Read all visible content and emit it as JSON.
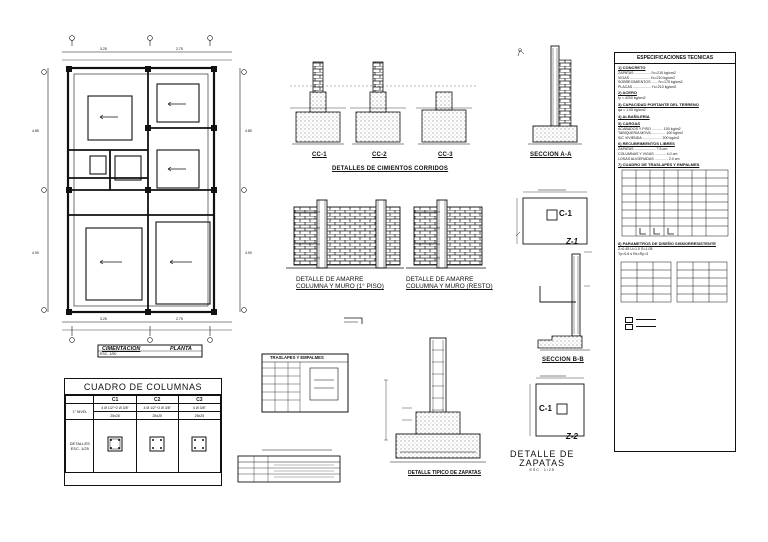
{
  "plan": {
    "label": "CIMENTACION",
    "sublabel": "PLANTA",
    "scale": "ESC. 1/50"
  },
  "sections": {
    "cc1": "CC-1",
    "cc2": "CC-2",
    "cc3": "CC-3",
    "corridos_title": "DETALLES DE CIMIENTOS CORRIDOS",
    "seccion_aa": "SECCION A-A",
    "seccion_bb": "SECCION B-B",
    "amarre1_line1": "DETALLE DE AMARRE",
    "amarre1_line2": "COLUMNA Y MURO (1° PISO)",
    "amarre2_line1": "DETALLE DE AMARRE",
    "amarre2_line2": "COLUMNA Y MURO (RESTO)",
    "zapata_tipico": "DETALLE TIPICO DE ZAPATAS",
    "zapatas_line1": "DETALLE DE",
    "zapatas_line2": "ZAPATAS",
    "zapatas_scale": "ESC. 1/25",
    "z1": "Z-1",
    "z2": "Z-2",
    "c1": "C-1",
    "traslapes": "TRASLAPES Y EMPALMES"
  },
  "columns_table": {
    "title": "CUADRO DE COLUMNAS",
    "headers": [
      "C1",
      "C2",
      "C3"
    ],
    "row_label_1": "1° NIVEL",
    "row_label_2": "DETALLES",
    "row_label_3": "ESC. 1/25",
    "values_1": [
      "4 Ø 1/2\"+2 Ø 3/8\"",
      "4 Ø 1/2\"+2 Ø 3/8\"",
      "4 Ø 3/8\""
    ],
    "values_2": [
      "25x25",
      "25x25",
      "25x25"
    ]
  },
  "specs": {
    "title": "ESPECIFICACIONES TECNICAS",
    "sections": [
      "1) CONCRETO",
      "2) ACERO",
      "3) CAPACIDAD PORTANTE DEL TERRENO",
      "4) ALBAÑILERIA",
      "5) CARGAS",
      "6) RECUBRIMIENTOS LIBRES",
      "7) CUADRO DE TRASLAPES Y EMPALMES",
      "8) PARAMETROS DE DISEÑO SISMORRESISTENTE"
    ],
    "concrete": [
      "ZAPATAS ................ f'c=210 kg/cm2",
      "VIGAS .................... f'c=210 kg/cm2",
      "SOBRECIMIENTOS ...... f'c=175 kg/cm2",
      "PLACAS .................. f'c=210 kg/cm2"
    ],
    "steel": [
      "fy = 4200 kg/cm2"
    ],
    "soil": [
      "qa = 1.00 kg/cm2"
    ],
    "loads": [
      "ACABADOS Y PISO ........... 100 kg/m2",
      "TABIQUERIA MOVIL ............. 100 kg/m2",
      "S/C VIVIENDA ................... 200 kg/m2"
    ],
    "covers": [
      "ZAPATAS ..................... 7.5 cm",
      "COLUMNAS Y VIGAS ........... 4.0 cm",
      "LOSAS ALIGERADAS ............. 2.0 cm"
    ],
    "legend_1": "Z=0.45  U=1.0  S=1.05",
    "legend_2": "Tp=0.6 s  Rx=Ry=3"
  }
}
